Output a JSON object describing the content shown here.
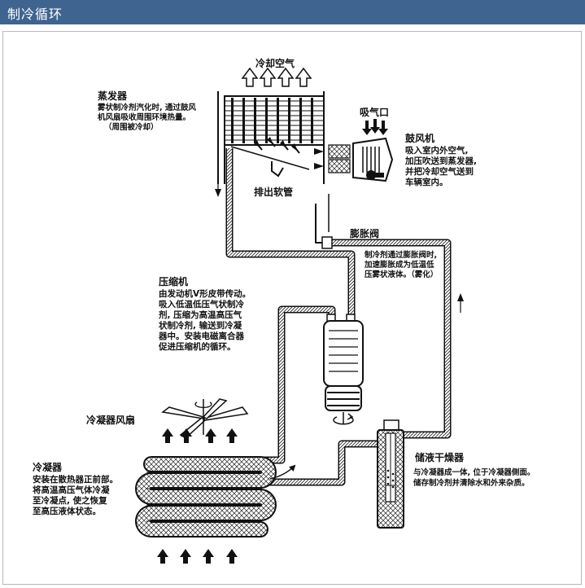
{
  "header": {
    "title": "制冷循环"
  },
  "labels": {
    "cooling_air": "冷却空气",
    "evaporator_title": "蒸发器",
    "evaporator_desc": [
      "雾状制冷剂汽化时, 通过鼓风",
      "机风扇吸收周围环境热量。",
      "（周围被冷却）"
    ],
    "intake": "吸气口",
    "blower_title": "鼓风机",
    "blower_desc": [
      "吸入室内外空气,",
      "加压吹送到蒸发器,",
      "并把冷却空气送到",
      "车辆室内。"
    ],
    "drain_hose": "排出软管",
    "expansion_valve_title": "膨胀阀",
    "expansion_valve_desc": [
      "制冷剂通过膨胀阀时,",
      "加速膨胀成为低温低",
      "压雾状液体。（雾化）"
    ],
    "compressor_title": "压缩机",
    "compressor_desc": [
      "由发动机V形皮带传动。",
      "吸入低温低压气状制冷",
      "剂, 压缩为高温高压气",
      "状制冷剂, 输送到冷凝",
      "器中。安装电磁离合器",
      "促进压缩机的循环。"
    ],
    "condenser_fan": "冷凝器风扇",
    "condenser_title": "冷凝器",
    "condenser_desc": [
      "安装在散热器正前部。",
      "将高温高压气体冷凝",
      "至冷凝点, 使之恢复",
      "至高压液体状态。"
    ],
    "receiver_title": "储液干燥器",
    "receiver_desc": [
      "与冷凝器成一体, 位于冷凝器侧面。",
      "储存制冷剂并清除水和外来杂质。"
    ]
  },
  "icons": [
    "arrow-up-icon",
    "arrow-down-icon",
    "rotation-icon"
  ],
  "colors": {
    "header_bg": "#3f6490",
    "header_text": "#ffffff",
    "line": "#111111"
  }
}
